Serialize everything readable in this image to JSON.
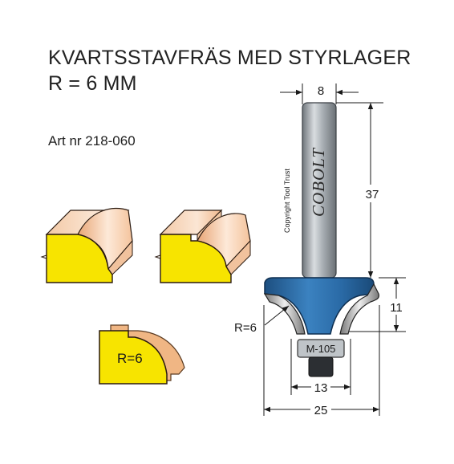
{
  "title_line1": "KVARTSSTAVFRÄS MED STYRLAGER",
  "title_line2": "R = 6 MM",
  "article": "Art nr 218-060",
  "brand": "COBOLT",
  "copyright": "Copyright Tool Trust",
  "bearing_label": "M-105",
  "profile_label": "R=6",
  "dimensions": {
    "shank_diameter": "8",
    "shank_length": "37",
    "cutting_height": "11",
    "radius": "R=6",
    "bearing_diameter": "13",
    "cutting_diameter": "25"
  },
  "colors": {
    "wood_face": "#f7e400",
    "cutter_blue": "#2a6aa6",
    "shank_grey": "#9aa0a6",
    "profile_tan": "#f0b684"
  }
}
